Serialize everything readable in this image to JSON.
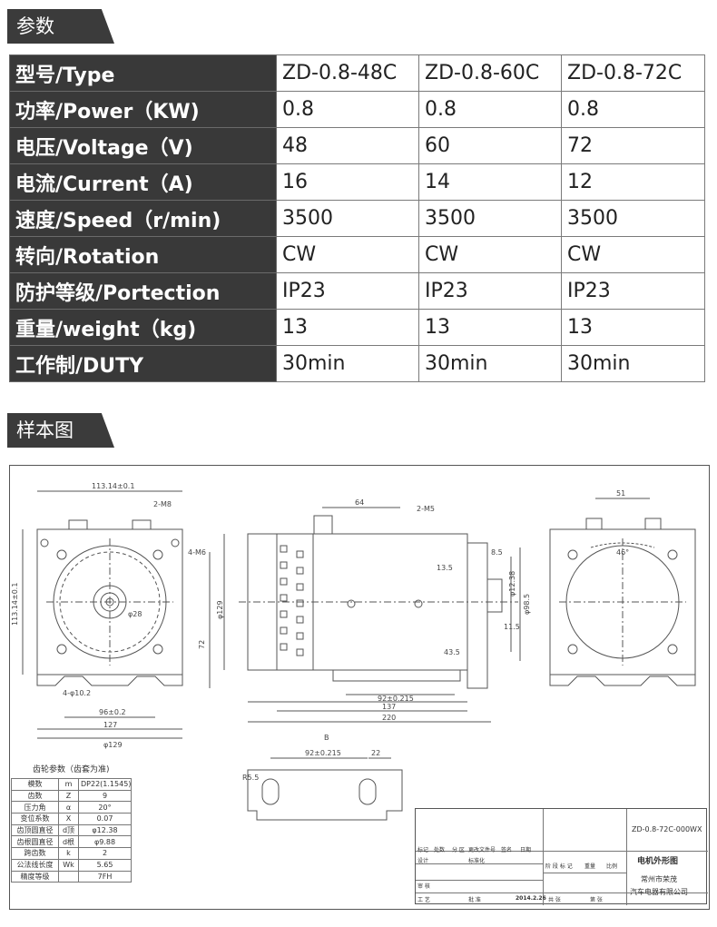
{
  "sections": {
    "params": "参数",
    "sample": "样本图"
  },
  "spec_table": {
    "rows": [
      {
        "label": "型号/Type",
        "values": [
          "ZD-0.8-48C",
          "ZD-0.8-60C",
          "ZD-0.8-72C"
        ]
      },
      {
        "label": "功率/Power（KW)",
        "values": [
          "0.8",
          "0.8",
          "0.8"
        ]
      },
      {
        "label": "电压/Voltage（V)",
        "values": [
          "48",
          "60",
          "72"
        ]
      },
      {
        "label": "电流/Current（A)",
        "values": [
          "16",
          "14",
          "12"
        ]
      },
      {
        "label": "速度/Speed（r/min)",
        "values": [
          "3500",
          "3500",
          "3500"
        ]
      },
      {
        "label": "转向/Rotation",
        "values": [
          "CW",
          "CW",
          "CW"
        ]
      },
      {
        "label": "防护等级/Portection",
        "values": [
          "IP23",
          "IP23",
          "IP23"
        ]
      },
      {
        "label": "重量/weight（kg)",
        "values": [
          "13",
          "13",
          "13"
        ]
      },
      {
        "label": "工作制/DUTY",
        "values": [
          "30min",
          "30min",
          "30min"
        ]
      }
    ]
  },
  "drawing": {
    "dims": {
      "front_top": "113.14±0.1",
      "front_side": "113.14±0.1",
      "front_2m8": "2-M8",
      "front_4m6": "4-M6",
      "front_4phi": "4-φ10.2",
      "front_96": "96±0.2",
      "front_127": "127",
      "front_129": "φ129",
      "front_28": "φ28",
      "front_72": "72",
      "side_64": "64",
      "side_2m5": "2-M5",
      "side_135": "13.5",
      "side_85": "8.5",
      "side_12": "φ12.38",
      "side_985": "φ98.5",
      "side_115": "11.5",
      "side_435": "43.5",
      "side_92": "92±0.215",
      "side_137": "137",
      "side_220": "220",
      "side_129": "φ129",
      "side_b": "B",
      "back_51": "51",
      "back_46": "46°",
      "bottom_92": "92±0.215",
      "bottom_22": "22",
      "bottom_r5": "R5.5"
    }
  },
  "gear": {
    "title": "齿轮参数（齿套为准)",
    "rows": [
      [
        "模数",
        "m",
        "DP22(1.1545)"
      ],
      [
        "齿数",
        "Z",
        "9"
      ],
      [
        "压力角",
        "α",
        "20°"
      ],
      [
        "变位系数",
        "X",
        "0.07"
      ],
      [
        "齿顶圆直径",
        "d顶",
        "φ12.38"
      ],
      [
        "齿根圆直径",
        "d根",
        "φ9.88"
      ],
      [
        "跨齿数",
        "k",
        "2"
      ],
      [
        "公法线长度",
        "Wk",
        "5.65"
      ],
      [
        "精度等级",
        "",
        "7FH"
      ]
    ]
  },
  "title_block": {
    "code": "ZD-0.8-72C-000WX",
    "name": "电机外形图",
    "company_1": "常州市荣茂",
    "company_2": "汽车电器有限公司",
    "row1": [
      "标记",
      "处数",
      "分 区",
      "更改文件号",
      "签名",
      "日期"
    ],
    "design": "设计",
    "standard": "标准化",
    "review": "审 核",
    "craft": "工 艺",
    "approve": "批 准",
    "date": "2014.2.26",
    "stage": [
      "阶 段 标 记",
      "重量",
      "比例"
    ],
    "total": "共  张",
    "sheet": "第  张"
  }
}
